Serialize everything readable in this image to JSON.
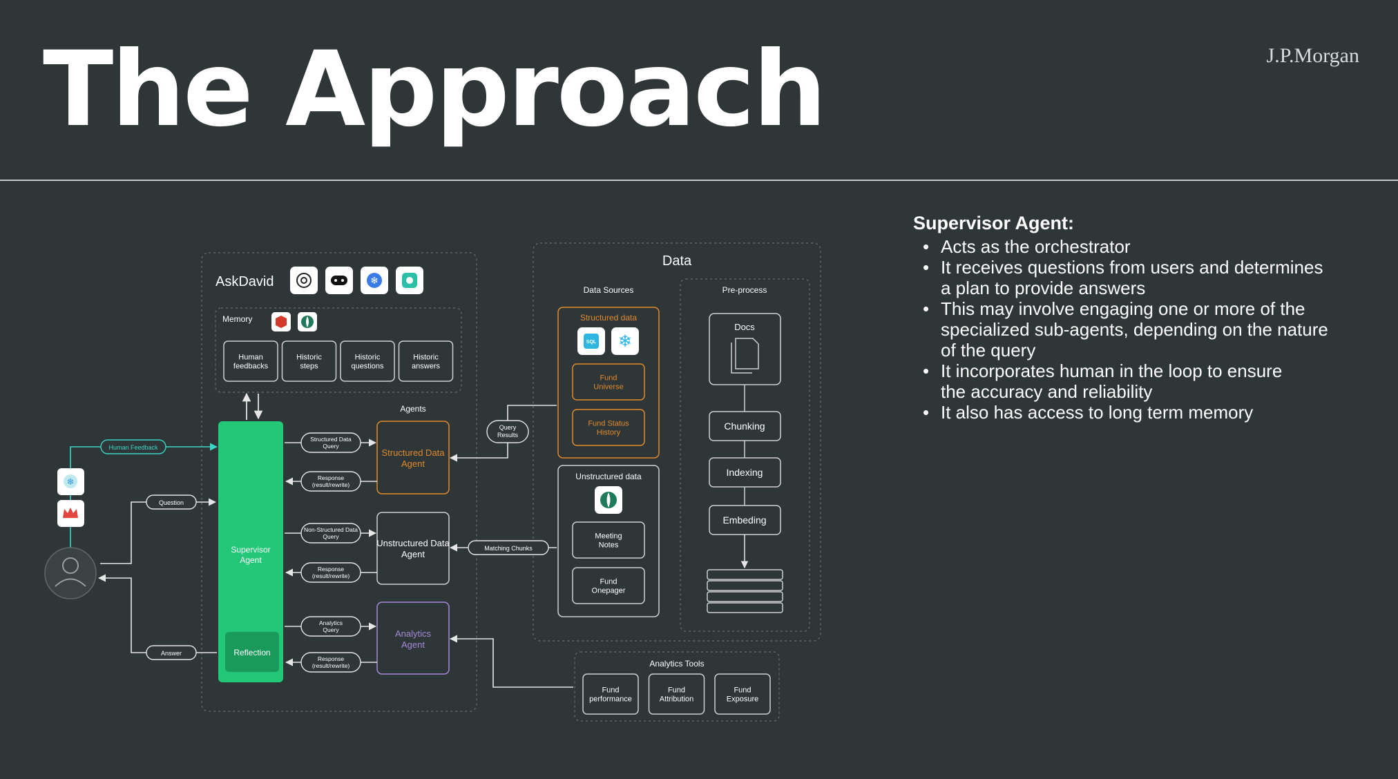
{
  "slide": {
    "title": "The Approach",
    "brand": "J.P.Morgan"
  },
  "diagram": {
    "askdavid": {
      "title": "AskDavid"
    },
    "memory": {
      "label": "Memory",
      "items": [
        "Human feedbacks",
        "Historic steps",
        "Historic questions",
        "Historic answers"
      ]
    },
    "agents_label": "Agents",
    "supervisor": {
      "label": "Supervisor Agent",
      "reflection": "Reflection"
    },
    "agents": {
      "structured": "Structured Data Agent",
      "unstructured": "Unstructured Data Agent",
      "analytics": "Analytics Agent"
    },
    "messages": {
      "structured_query": "Structured Data Query",
      "response": "Response (result/rewrite)",
      "non_structured_query": "Non-Structured Data Query",
      "analytics_query": "Analytics Query"
    },
    "user_flow": {
      "human_feedback": "Human Feedback",
      "question": "Question",
      "answer": "Answer"
    },
    "links": {
      "query_results": "Query Results",
      "matching_chunks": "Matching Chunks"
    },
    "data": {
      "title": "Data",
      "sources_label": "Data Sources",
      "preprocess_label": "Pre-process",
      "structured_label": "Structured data",
      "structured_items": [
        "Fund Universe",
        "Fund Status History"
      ],
      "unstructured_label": "Unstructured data",
      "unstructured_items": [
        "Meeting Notes",
        "Fund Onepager"
      ],
      "steps": [
        "Docs",
        "Chunking",
        "Indexing",
        "Embeding"
      ],
      "sql_badge": "SQL"
    },
    "analytics_tools": {
      "label": "Analytics Tools",
      "items": [
        "Fund performance",
        "Fund Attribution",
        "Fund Exposure"
      ]
    },
    "colors": {
      "background": "#2f3637",
      "supervisor": "#22c777",
      "structured_accent": "#e08a2e",
      "analytics_accent": "#a38ad8",
      "feedback_line": "#3bd6c6"
    }
  },
  "supervisor_text": {
    "heading": "Supervisor Agent:",
    "bullets": [
      [
        "Acts as the orchestrator"
      ],
      [
        "It receives questions from users and determines",
        "a plan to provide answers"
      ],
      [
        "This may involve engaging one or more of the",
        "specialized sub-agents, depending on the nature",
        "of the query"
      ],
      [
        "It incorporates human in the loop to ensure",
        "the accuracy and reliability"
      ],
      [
        "It also has access to long term memory"
      ]
    ]
  }
}
